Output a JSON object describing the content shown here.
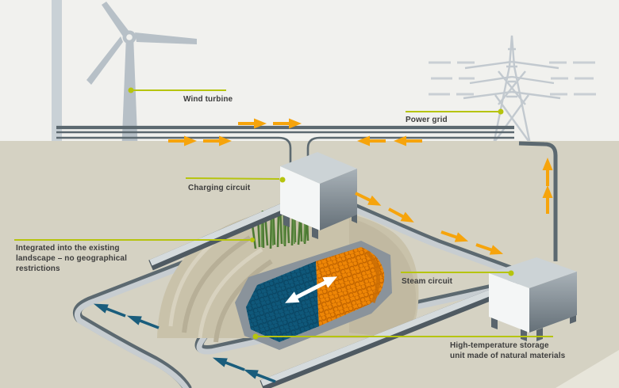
{
  "diagram": {
    "labels": {
      "wind_turbine": "Wind turbine",
      "power_grid": "Power grid",
      "charging_circuit": "Charging circuit",
      "integrated_lines": [
        "Integrated into the existing",
        "landscape – no geographical",
        "restrictions"
      ],
      "steam_circuit": "Steam circuit",
      "storage_lines": [
        "High-temperature storage",
        "unit made of natural materials"
      ]
    },
    "icons": [
      "wind-turbine-icon",
      "power-pylon-icon",
      "charging-unit-box",
      "steam-unit-box",
      "storage-honeycomb",
      "flow-arrow-orange",
      "flow-arrow-teal",
      "heat-exchange-arrow-white"
    ]
  },
  "colors": {
    "sky": "#f1f1ee",
    "ground": "#d5d2c3",
    "ground_light": "#e7e5da",
    "steel": "#c2c9cf",
    "steel2": "#b7c0c7",
    "pipe_dark": "#5c6970",
    "pipe_light": "#c7cdd1",
    "beam_dark": "#4f5a62",
    "beam_light": "#d5dbdd",
    "casing": "#8a939b",
    "leader": "#b6c40e",
    "orange": "#f6a40c",
    "teal": "#1a5d7c",
    "cold": "#0f587a",
    "cold_hex": "#0a4765",
    "hot": "#ee8606",
    "hot_hex": "#c16400",
    "box_top": "#ccd3d6",
    "box_front": "#f4f6f6",
    "mound": "#c9c2aa",
    "mound_dark": "#b7af97",
    "mound_light": "#d8d2bf",
    "grass": "#4d7a33",
    "grass_light": "#67934a",
    "text": "#3d3d3d"
  }
}
